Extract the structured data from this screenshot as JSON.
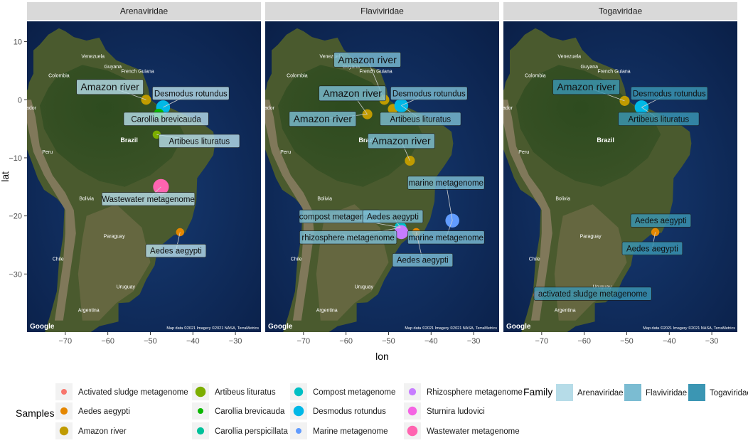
{
  "chart_data": {
    "type": "scatter",
    "xlabel": "lon",
    "ylabel": "lat",
    "xlim": [
      -79,
      -24
    ],
    "ylim": [
      -40,
      13.5
    ],
    "x_ticks": [
      -70,
      -60,
      -50,
      -40,
      -30
    ],
    "y_ticks": [
      10,
      0,
      -10,
      -20,
      -30
    ],
    "grid": false,
    "legend_placement": "bottom",
    "map_background": "satellite-google",
    "map_logo": "Google",
    "map_attribution": "Map data ©2021 Imagery ©2021 NASA, TerraMetrics",
    "map_labels": [
      {
        "text": "Venezuela",
        "lon": -63.5,
        "lat": 7.2
      },
      {
        "text": "Colombia",
        "lon": -71.5,
        "lat": 3.9
      },
      {
        "text": "Guyana",
        "lon": -58.8,
        "lat": 5.4
      },
      {
        "text": "French Guiana",
        "lon": -53.0,
        "lat": 4.6
      },
      {
        "text": "Ecuador",
        "lon": -79.0,
        "lat": -1.7
      },
      {
        "text": "Peru",
        "lon": -74.2,
        "lat": -9.3
      },
      {
        "text": "Brazil",
        "lon": -55.0,
        "lat": -7.3
      },
      {
        "text": "Bolivia",
        "lon": -65.0,
        "lat": -17.3
      },
      {
        "text": "Paraguay",
        "lon": -58.5,
        "lat": -23.8
      },
      {
        "text": "Chile",
        "lon": -71.7,
        "lat": -27.7
      },
      {
        "text": "Uruguay",
        "lon": -55.8,
        "lat": -32.5
      },
      {
        "text": "Argentina",
        "lon": -64.5,
        "lat": -36.5
      }
    ],
    "facets": [
      {
        "name": "Arenaviridae",
        "points": [
          {
            "lon": -51.0,
            "lat": 0.0,
            "sample": "Amazon river",
            "size": 3
          },
          {
            "lon": -47.0,
            "lat": -1.3,
            "sample": "Desmodus rotundus",
            "size": 5
          },
          {
            "lon": -48.0,
            "lat": -2.4,
            "sample": "Carollia brevicauda",
            "size": 3
          },
          {
            "lon": -48.5,
            "lat": -6.0,
            "sample": "Artibeus lituratus",
            "size": 2
          },
          {
            "lon": -47.5,
            "lat": -15.0,
            "sample": "Wastewater metagenome",
            "size": 6
          },
          {
            "lon": -43.0,
            "lat": -22.8,
            "sample": "Aedes aegypti",
            "size": 2
          }
        ],
        "labels": [
          {
            "text": "Amazon river",
            "lon": -59.5,
            "lat": 2.2,
            "size": 14
          },
          {
            "text": "Desmodus rotundus",
            "lon": -40.5,
            "lat": 1.1,
            "size": 11.5
          },
          {
            "text": "Carollia brevicauda",
            "lon": -46.3,
            "lat": -3.3,
            "size": 11.5
          },
          {
            "text": "Artibeus lituratus",
            "lon": -38.5,
            "lat": -7.1,
            "size": 11.5
          },
          {
            "text": "Wastewater metagenome",
            "lon": -50.5,
            "lat": -17.1,
            "size": 11.5
          },
          {
            "text": "Aedes aegypti",
            "lon": -44.0,
            "lat": -26.0,
            "size": 11.5
          }
        ]
      },
      {
        "name": "Flaviviridae",
        "points": [
          {
            "lon": -55.0,
            "lat": -2.5,
            "sample": "Amazon river",
            "size": 3
          },
          {
            "lon": -51.0,
            "lat": 0.0,
            "sample": "Amazon river",
            "size": 3
          },
          {
            "lon": -49.0,
            "lat": -1.6,
            "sample": "Amazon river",
            "size": 3
          },
          {
            "lon": -47.0,
            "lat": -1.0,
            "sample": "Desmodus rotundus",
            "size": 5
          },
          {
            "lon": -45.0,
            "lat": -10.5,
            "sample": "Amazon river",
            "size": 3
          },
          {
            "lon": -35.0,
            "lat": -20.8,
            "sample": "Marine metagenome",
            "size": 5
          },
          {
            "lon": -47.2,
            "lat": -22.0,
            "sample": "Compost metagenome",
            "size": 4
          },
          {
            "lon": -47.0,
            "lat": -22.8,
            "sample": "Rhizosphere metagenome",
            "size": 5
          },
          {
            "lon": -43.5,
            "lat": -22.8,
            "sample": "Aedes aegypti",
            "size": 2
          }
        ],
        "labels": [
          {
            "text": "Amazon river",
            "lon": -55.0,
            "lat": 6.9,
            "size": 14
          },
          {
            "text": "Amazon river",
            "lon": -58.5,
            "lat": 1.1,
            "size": 14
          },
          {
            "text": "Desmodus rotundus",
            "lon": -40.5,
            "lat": 1.1,
            "size": 11.5
          },
          {
            "text": "Amazon river",
            "lon": -65.5,
            "lat": -3.3,
            "size": 14
          },
          {
            "text": "Artibeus lituratus",
            "lon": -42.5,
            "lat": -3.3,
            "size": 11.5
          },
          {
            "text": "Amazon river",
            "lon": -47.0,
            "lat": -7.1,
            "size": 14
          },
          {
            "text": "marine metagenome",
            "lon": -36.5,
            "lat": -14.3,
            "size": 11.5
          },
          {
            "text": "compost metagenome",
            "lon": -61.5,
            "lat": -20.1,
            "size": 11.5
          },
          {
            "text": "Aedes aegypti",
            "lon": -49.0,
            "lat": -20.1,
            "size": 11.5
          },
          {
            "text": "rhizosphere metagenome",
            "lon": -59.5,
            "lat": -23.7,
            "size": 11.5
          },
          {
            "text": "marine metagenome",
            "lon": -36.5,
            "lat": -23.7,
            "size": 11.5
          },
          {
            "text": "Aedes aegypti",
            "lon": -42.0,
            "lat": -27.6,
            "size": 11.5
          }
        ]
      },
      {
        "name": "Togaviridae",
        "points": [
          {
            "lon": -50.5,
            "lat": -0.2,
            "sample": "Amazon river",
            "size": 3
          },
          {
            "lon": -46.5,
            "lat": -1.3,
            "sample": "Desmodus rotundus",
            "size": 5
          },
          {
            "lon": -43.3,
            "lat": -22.8,
            "sample": "Aedes aegypti",
            "size": 2
          },
          {
            "lon": -71.0,
            "lat": -33.6,
            "sample": "Activated sludge metagenome",
            "size": 2
          }
        ],
        "labels": [
          {
            "text": "Amazon river",
            "lon": -59.5,
            "lat": 2.2,
            "size": 14
          },
          {
            "text": "Desmodus rotundus",
            "lon": -40.0,
            "lat": 1.1,
            "size": 11.5
          },
          {
            "text": "Artibeus lituratus",
            "lon": -42.5,
            "lat": -3.3,
            "size": 11.5
          },
          {
            "text": "Aedes aegypti",
            "lon": -42.0,
            "lat": -20.8,
            "size": 11.5
          },
          {
            "text": "Aedes aegypti",
            "lon": -44.0,
            "lat": -25.6,
            "size": 11.5
          },
          {
            "text": "activated sludge metagenome",
            "lon": -58.0,
            "lat": -33.4,
            "size": 11.5
          }
        ]
      }
    ],
    "samples_legend": {
      "title": "Samples",
      "entries": [
        {
          "name": "Activated sludge metagenome",
          "color": "#F8766D"
        },
        {
          "name": "Aedes aegypti",
          "color": "#E58700"
        },
        {
          "name": "Amazon river",
          "color": "#C09B00"
        },
        {
          "name": "Artibeus lituratus",
          "color": "#7CAE00"
        },
        {
          "name": "Carollia brevicauda",
          "color": "#0CB702"
        },
        {
          "name": "Carollia perspicillata",
          "color": "#00C19A"
        },
        {
          "name": "Compost metagenome",
          "color": "#00BFC4"
        },
        {
          "name": "Desmodus rotundus",
          "color": "#00B8E7"
        },
        {
          "name": "Marine metagenome",
          "color": "#619CFF"
        },
        {
          "name": "Rhizosphere metagenome",
          "color": "#C77CFF"
        },
        {
          "name": "Sturnira ludovici",
          "color": "#F564E3"
        },
        {
          "name": "Wastewater metagenome",
          "color": "#FF64B0"
        }
      ]
    },
    "family_legend": {
      "title": "Family",
      "entries": [
        {
          "name": "Arenaviridae",
          "color": "#B6DCE8"
        },
        {
          "name": "Flaviviridae",
          "color": "#7BBCD2"
        },
        {
          "name": "Togaviridae",
          "color": "#3B96B3"
        }
      ]
    }
  }
}
